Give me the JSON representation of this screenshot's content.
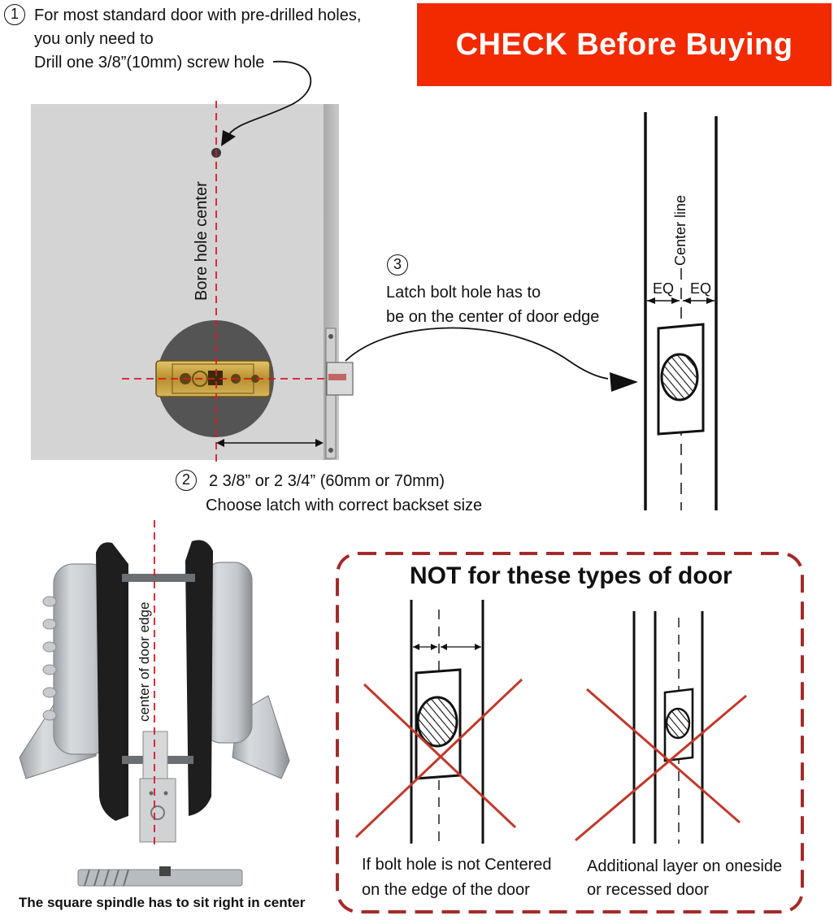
{
  "banner": {
    "text": "CHECK Before Buying",
    "color": "#f12a00"
  },
  "step1": {
    "number": "1",
    "lines": [
      "For most standard door with pre-drilled holes,",
      "you only need to",
      "Drill one 3/8”(10mm) screw hole"
    ]
  },
  "bore_label": "Bore hole center",
  "step2": {
    "number": "2",
    "lines": [
      "2 3/8” or 2 3/4” (60mm or 70mm)",
      "Choose latch with correct backset size"
    ]
  },
  "step3": {
    "number": "3",
    "lines": [
      "Latch bolt hole has to",
      "be on the center of door edge"
    ]
  },
  "edge_diagram": {
    "center_line_label": "Center line",
    "eq_left": "EQ",
    "eq_right": "EQ"
  },
  "lock_photo": {
    "center_label": "center of door edge",
    "caption": "The square spindle has to sit right in center"
  },
  "warning": {
    "title": "NOT for these types of door",
    "left_caption": [
      "If bolt hole is not Centered",
      "on the edge of the door"
    ],
    "right_caption": [
      "Additional layer on oneside",
      "or recessed door"
    ],
    "border_color": "#a52a2a",
    "cross_color": "#c0392b"
  },
  "colors": {
    "guide_line": "#d9182a",
    "door": "#d4d4d4"
  }
}
